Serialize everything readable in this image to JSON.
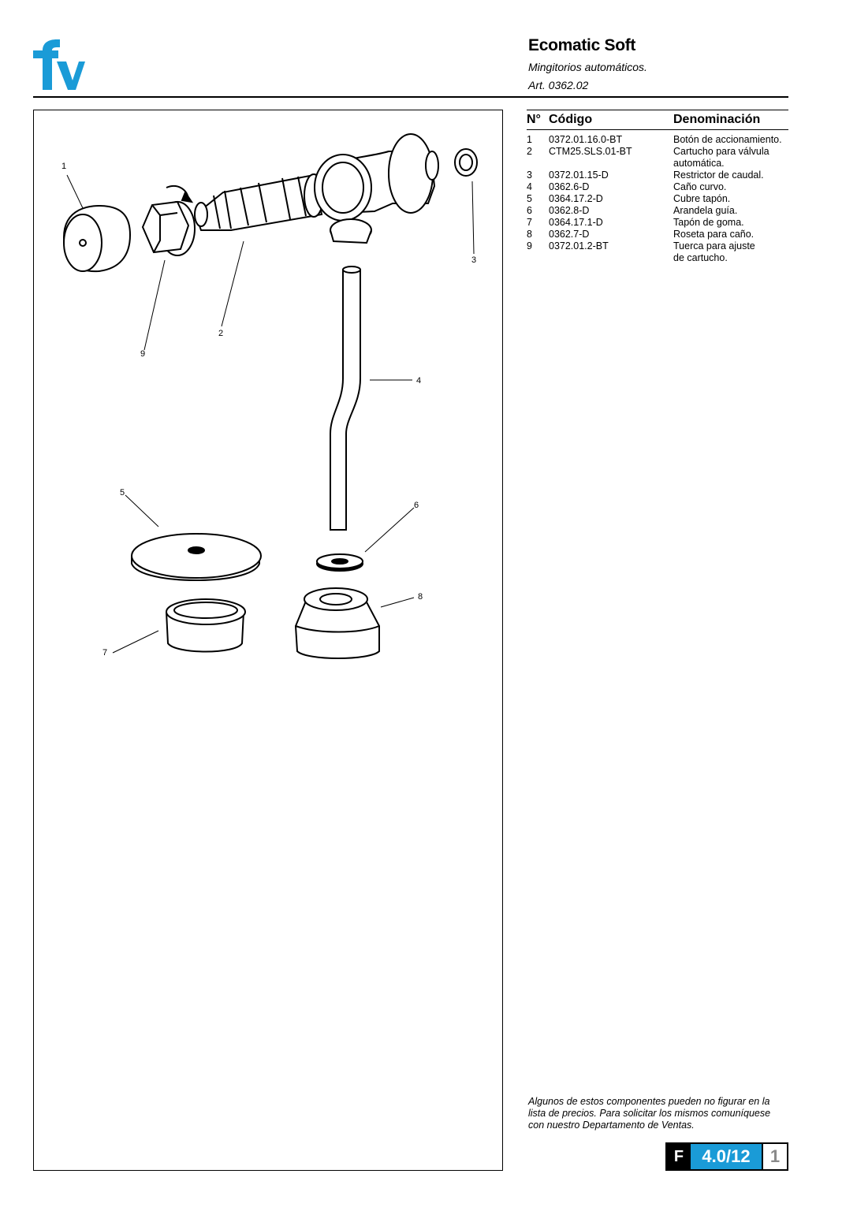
{
  "header": {
    "title": "Ecomatic Soft",
    "subtitle": "Mingitorios automáticos.",
    "article": "Art. 0362.02"
  },
  "brand": {
    "logo_text": "fv",
    "logo_color": "#1a9bd7"
  },
  "parts_table": {
    "headers": {
      "number": "N°",
      "code": "Código",
      "name": "Denominación"
    },
    "rows": [
      {
        "n": "1",
        "code": "0372.01.16.0-BT",
        "name": "Botón de accionamiento."
      },
      {
        "n": "2",
        "code": "CTM25.SLS.01-BT",
        "name": "Cartucho para válvula\nautomática."
      },
      {
        "n": "3",
        "code": "0372.01.15-D",
        "name": "Restrictor de caudal."
      },
      {
        "n": "4",
        "code": "0362.6-D",
        "name": "Caño curvo."
      },
      {
        "n": "5",
        "code": "0364.17.2-D",
        "name": "Cubre tapón."
      },
      {
        "n": "6",
        "code": "0362.8-D",
        "name": "Arandela guía."
      },
      {
        "n": "7",
        "code": "0364.17.1-D",
        "name": "Tapón de goma."
      },
      {
        "n": "8",
        "code": "0362.7-D",
        "name": "Roseta para caño."
      },
      {
        "n": "9",
        "code": "0372.01.2-BT",
        "name": "Tuerca para ajuste\nde cartucho."
      }
    ]
  },
  "diagram": {
    "callouts": [
      "1",
      "2",
      "3",
      "4",
      "5",
      "6",
      "7",
      "8",
      "9"
    ]
  },
  "footer": {
    "note": "Algunos de estos componentes pueden no figurar en la lista de precios. Para solicitar los mismos comuníquese con nuestro Departamento de Ventas.",
    "badge_letter": "F",
    "badge_code": "4.0/12",
    "badge_page": "1",
    "badge_color": "#1a9bd7"
  }
}
